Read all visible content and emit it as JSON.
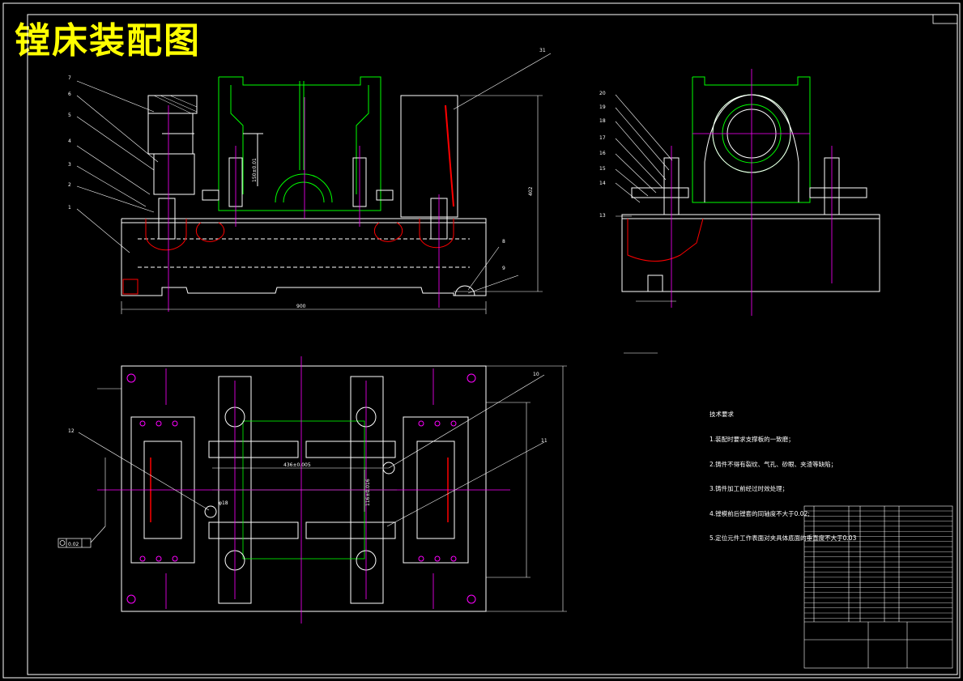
{
  "title": "镗床装配图",
  "technical_notes": {
    "heading": "技术要求",
    "items": [
      "1.装配时要求支撑板的一致磨；",
      "2.铸件不得有裂纹、气孔、砂眼、夹渣等缺陷；",
      "3.铸件加工前经过时效处理；",
      "4.镗模前后镗套的同轴度不大于0.02;",
      "5.定位元件工作表面对夹具体底面的垂直度不大于0.03"
    ]
  },
  "part_balloons": {
    "front_view": [
      "7",
      "6",
      "5",
      "4",
      "3",
      "2",
      "1",
      "31",
      "8",
      "9"
    ],
    "side_view": [
      "20",
      "19",
      "18",
      "17",
      "16",
      "15",
      "14",
      "13"
    ],
    "plan_view": [
      "12",
      "10",
      "11"
    ]
  },
  "dimensions": {
    "overall_length": "900",
    "overall_height": "402",
    "bore_height": "150±0.01",
    "bore_spacing": "436±0.005",
    "column_spacing": "116±0.016",
    "pin_dia": "φ18",
    "tolerance_frame": "0.02"
  },
  "colors": {
    "background": "#000000",
    "outline": "#ffffff",
    "centerline": "#ff00ff",
    "hidden": "#00ff00",
    "section": "#ff0000",
    "title": "#ffff00",
    "dimension": "#00ffff"
  }
}
